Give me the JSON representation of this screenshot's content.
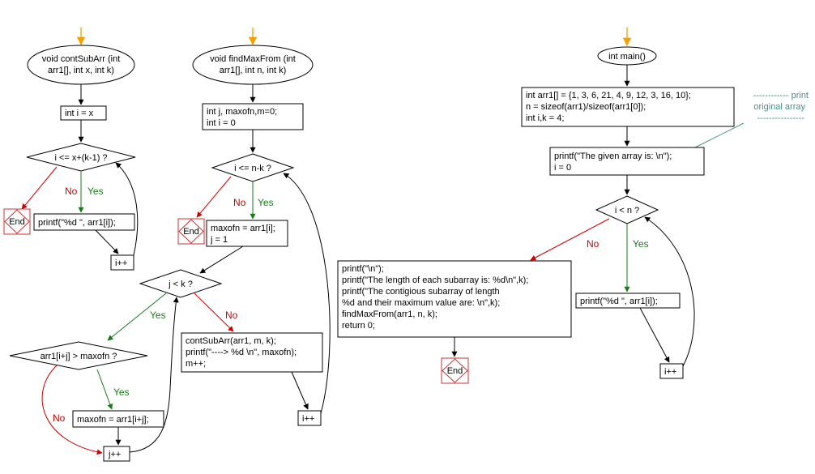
{
  "colors": {
    "yes": "#1a7a1a",
    "no": "#cc0000",
    "entry": "#f2a100",
    "note": "#4a8f8a",
    "end": "#cc3333"
  },
  "labels": {
    "yes": "Yes",
    "no": "No",
    "end": "End"
  },
  "contSubArr": {
    "start": [
      "void contSubArr (int",
      "arr1[], int x, int k)"
    ],
    "init": [
      "int i = x"
    ],
    "cond": "i <= x+(k-1) ?",
    "print": [
      "printf(\"%d \", arr1[i]);"
    ],
    "inc": [
      "i++"
    ]
  },
  "findMaxFrom": {
    "start": [
      "void findMaxFrom (int",
      "arr1[], int n, int k)"
    ],
    "init": [
      "int j, maxofn,m=0;",
      "int i = 0"
    ],
    "outer_cond": "i <= n-k ?",
    "assign": [
      "maxofn = arr1[i];",
      "j = 1"
    ],
    "inner_cond": "j < k ?",
    "compare_cond": "arr1[i+j] > maxofn ?",
    "update": [
      "maxofn = arr1[i+j];"
    ],
    "j_inc": [
      "j++"
    ],
    "call_block": [
      "contSubArr(arr1, m, k);",
      "printf(\"----> %d \\n\", maxofn);",
      "m++;"
    ],
    "i_inc": [
      "i++"
    ]
  },
  "main": {
    "start": [
      "int main()"
    ],
    "decl": [
      "int arr1[] = {1, 3, 6, 21, 4, 9, 12, 3, 16, 10};",
      "n = sizeof(arr1)/sizeof(arr1[0]);",
      "int i,k = 4;"
    ],
    "note": [
      "------------ print",
      "original array",
      "----------------"
    ],
    "print_header": [
      "printf(\"The given array is:  \\n\");",
      "i = 0"
    ],
    "cond": "i < n ?",
    "print_elem": [
      "printf(\"%d  \", arr1[i]);"
    ],
    "inc": [
      "i++"
    ],
    "final_block": [
      "printf(\"\\n\");",
      "printf(\"The length of each subarray is: %d\\n\",k);",
      "printf(\"The contigious subarray of length",
      "%d and their maximum value are: \\n\",k);",
      "findMaxFrom(arr1, n, k);",
      "return 0;"
    ]
  }
}
